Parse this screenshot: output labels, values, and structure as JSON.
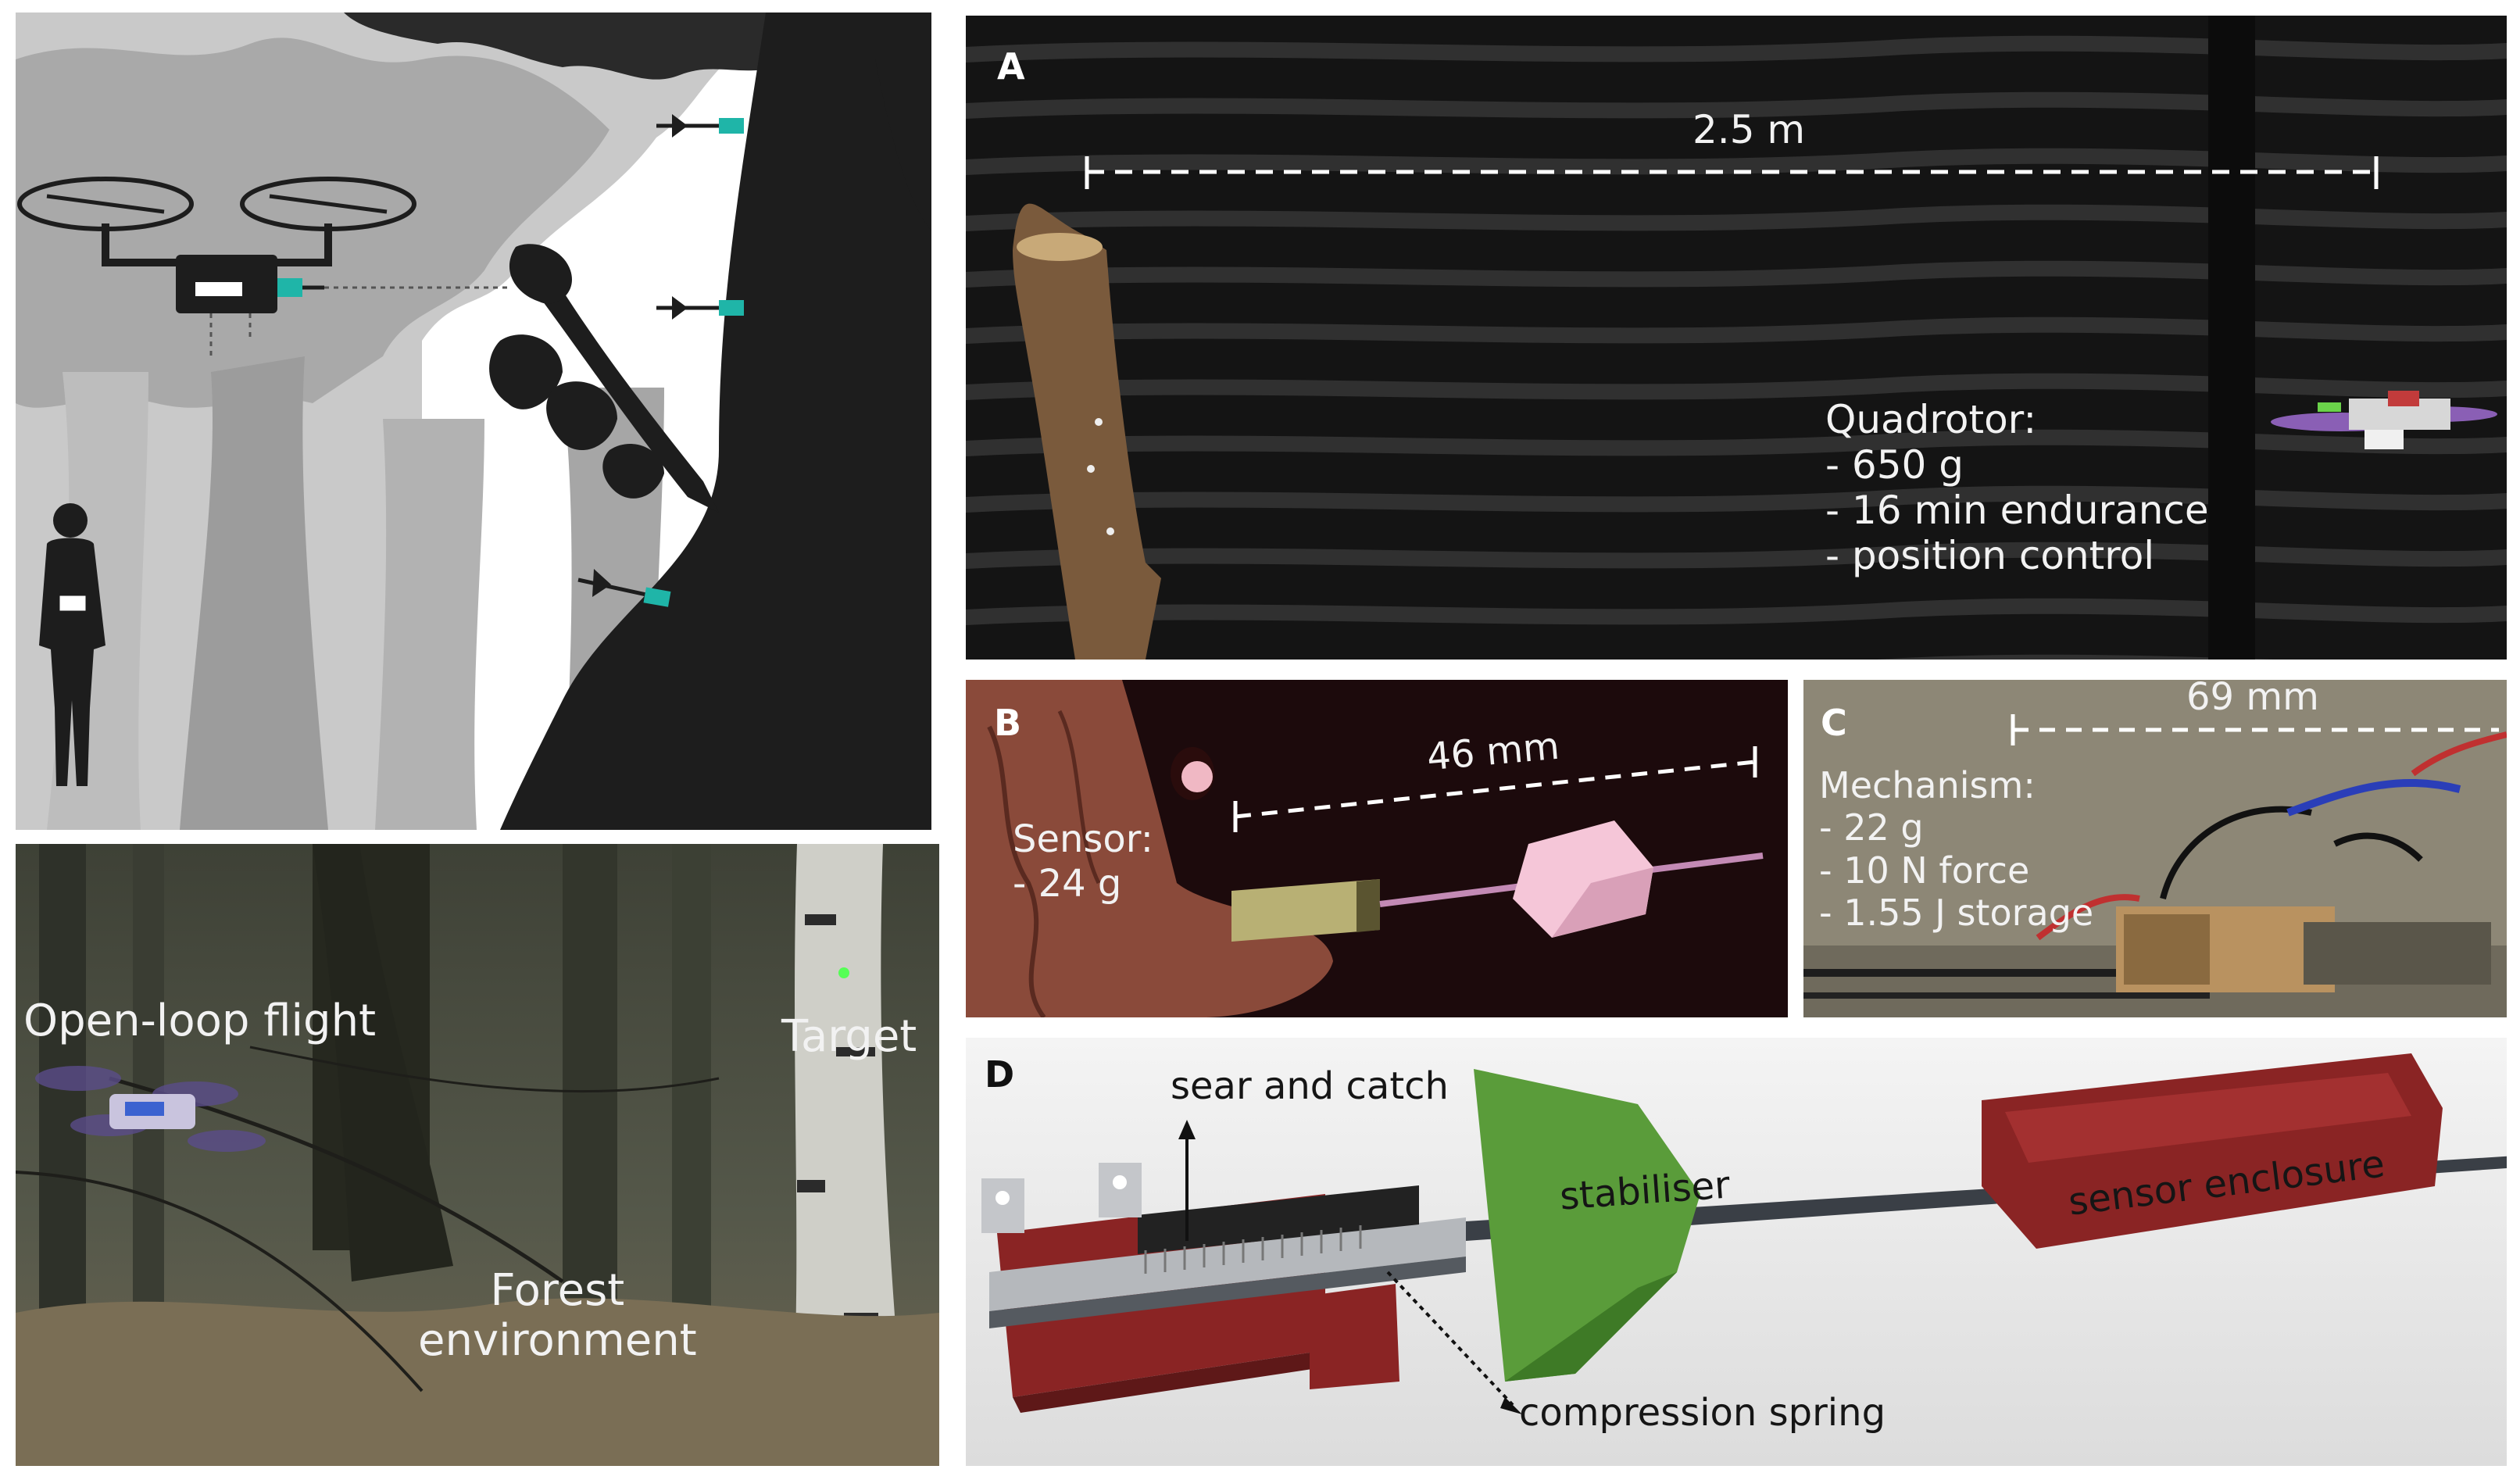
{
  "panels": {
    "a": {
      "letter": "A",
      "distance": "2.5 m",
      "spec_lines": [
        "Quadrotor:",
        "- 650 g",
        "- 16 min endurance",
        "- position control"
      ]
    },
    "b": {
      "letter": "B",
      "distance": "46 mm",
      "spec_lines": [
        "Sensor:",
        "- 24 g"
      ]
    },
    "c": {
      "letter": "C",
      "distance": "69 mm",
      "spec_lines": [
        "Mechanism:",
        "- 22 g",
        "- 10 N force",
        "- 1.55 J storage"
      ]
    },
    "d": {
      "letter": "D",
      "labels": {
        "sear": "sear and catch",
        "stabiliser": "stabiliser",
        "enclosure": "sensor enclosure",
        "spring": "compression spring"
      }
    },
    "forest": {
      "flight": "Open-loop flight",
      "target": "Target",
      "environment_lines": [
        "Forest",
        "environment"
      ]
    }
  },
  "colors": {
    "dart_green": "#5a9c3a",
    "enclosure_red": "#8a2424",
    "tree_black": "#1d1d1d",
    "canopy_gray": "#b5b5b5",
    "teal_sensor": "#1fb5a8"
  }
}
